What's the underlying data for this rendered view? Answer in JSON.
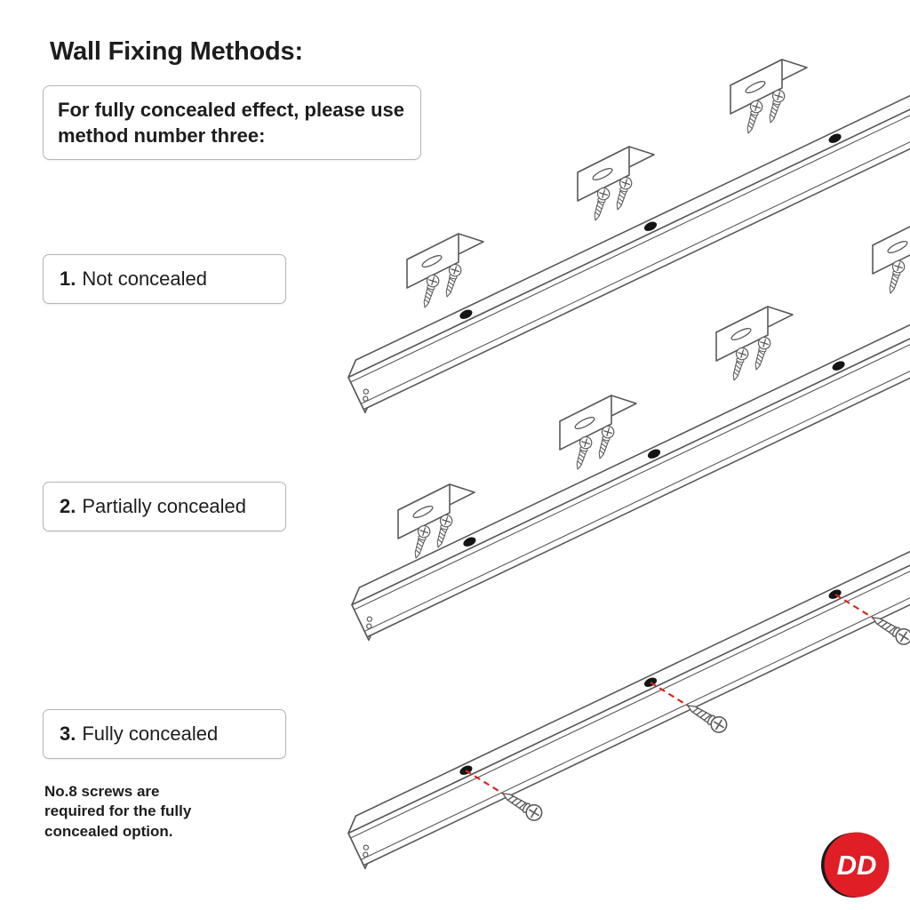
{
  "header": {
    "title": "Wall Fixing Methods:"
  },
  "intro": {
    "text": "For fully concealed effect, please use method number three:"
  },
  "methods": [
    {
      "number": "1.",
      "label": "Not concealed"
    },
    {
      "number": "2.",
      "label": "Partially concealed"
    },
    {
      "number": "3.",
      "label": "Fully concealed"
    }
  ],
  "footnote": {
    "lines": [
      "No.8 screws are",
      "required for the fully",
      "concealed option."
    ]
  },
  "logo": {
    "text": "DD"
  },
  "colors": {
    "line_art": "#5a5a5a",
    "hole_fill": "#141414",
    "guide_red": "#d42a1e",
    "logo_red": "#e01e25",
    "box_border": "#b5b5b5",
    "text": "#1d1d1d"
  },
  "diagram": {
    "icons": [
      "track-rail-icon",
      "l-bracket-icon",
      "screw-icon",
      "track-hole",
      "red-dashed-guide"
    ],
    "tracks": [
      {
        "name": "track-not-concealed",
        "fixing": "l-brackets above rail"
      },
      {
        "name": "track-partially-concealed",
        "fixing": "clamp brackets on rail"
      },
      {
        "name": "track-fully-concealed",
        "fixing": "screws through rail holes"
      }
    ]
  }
}
